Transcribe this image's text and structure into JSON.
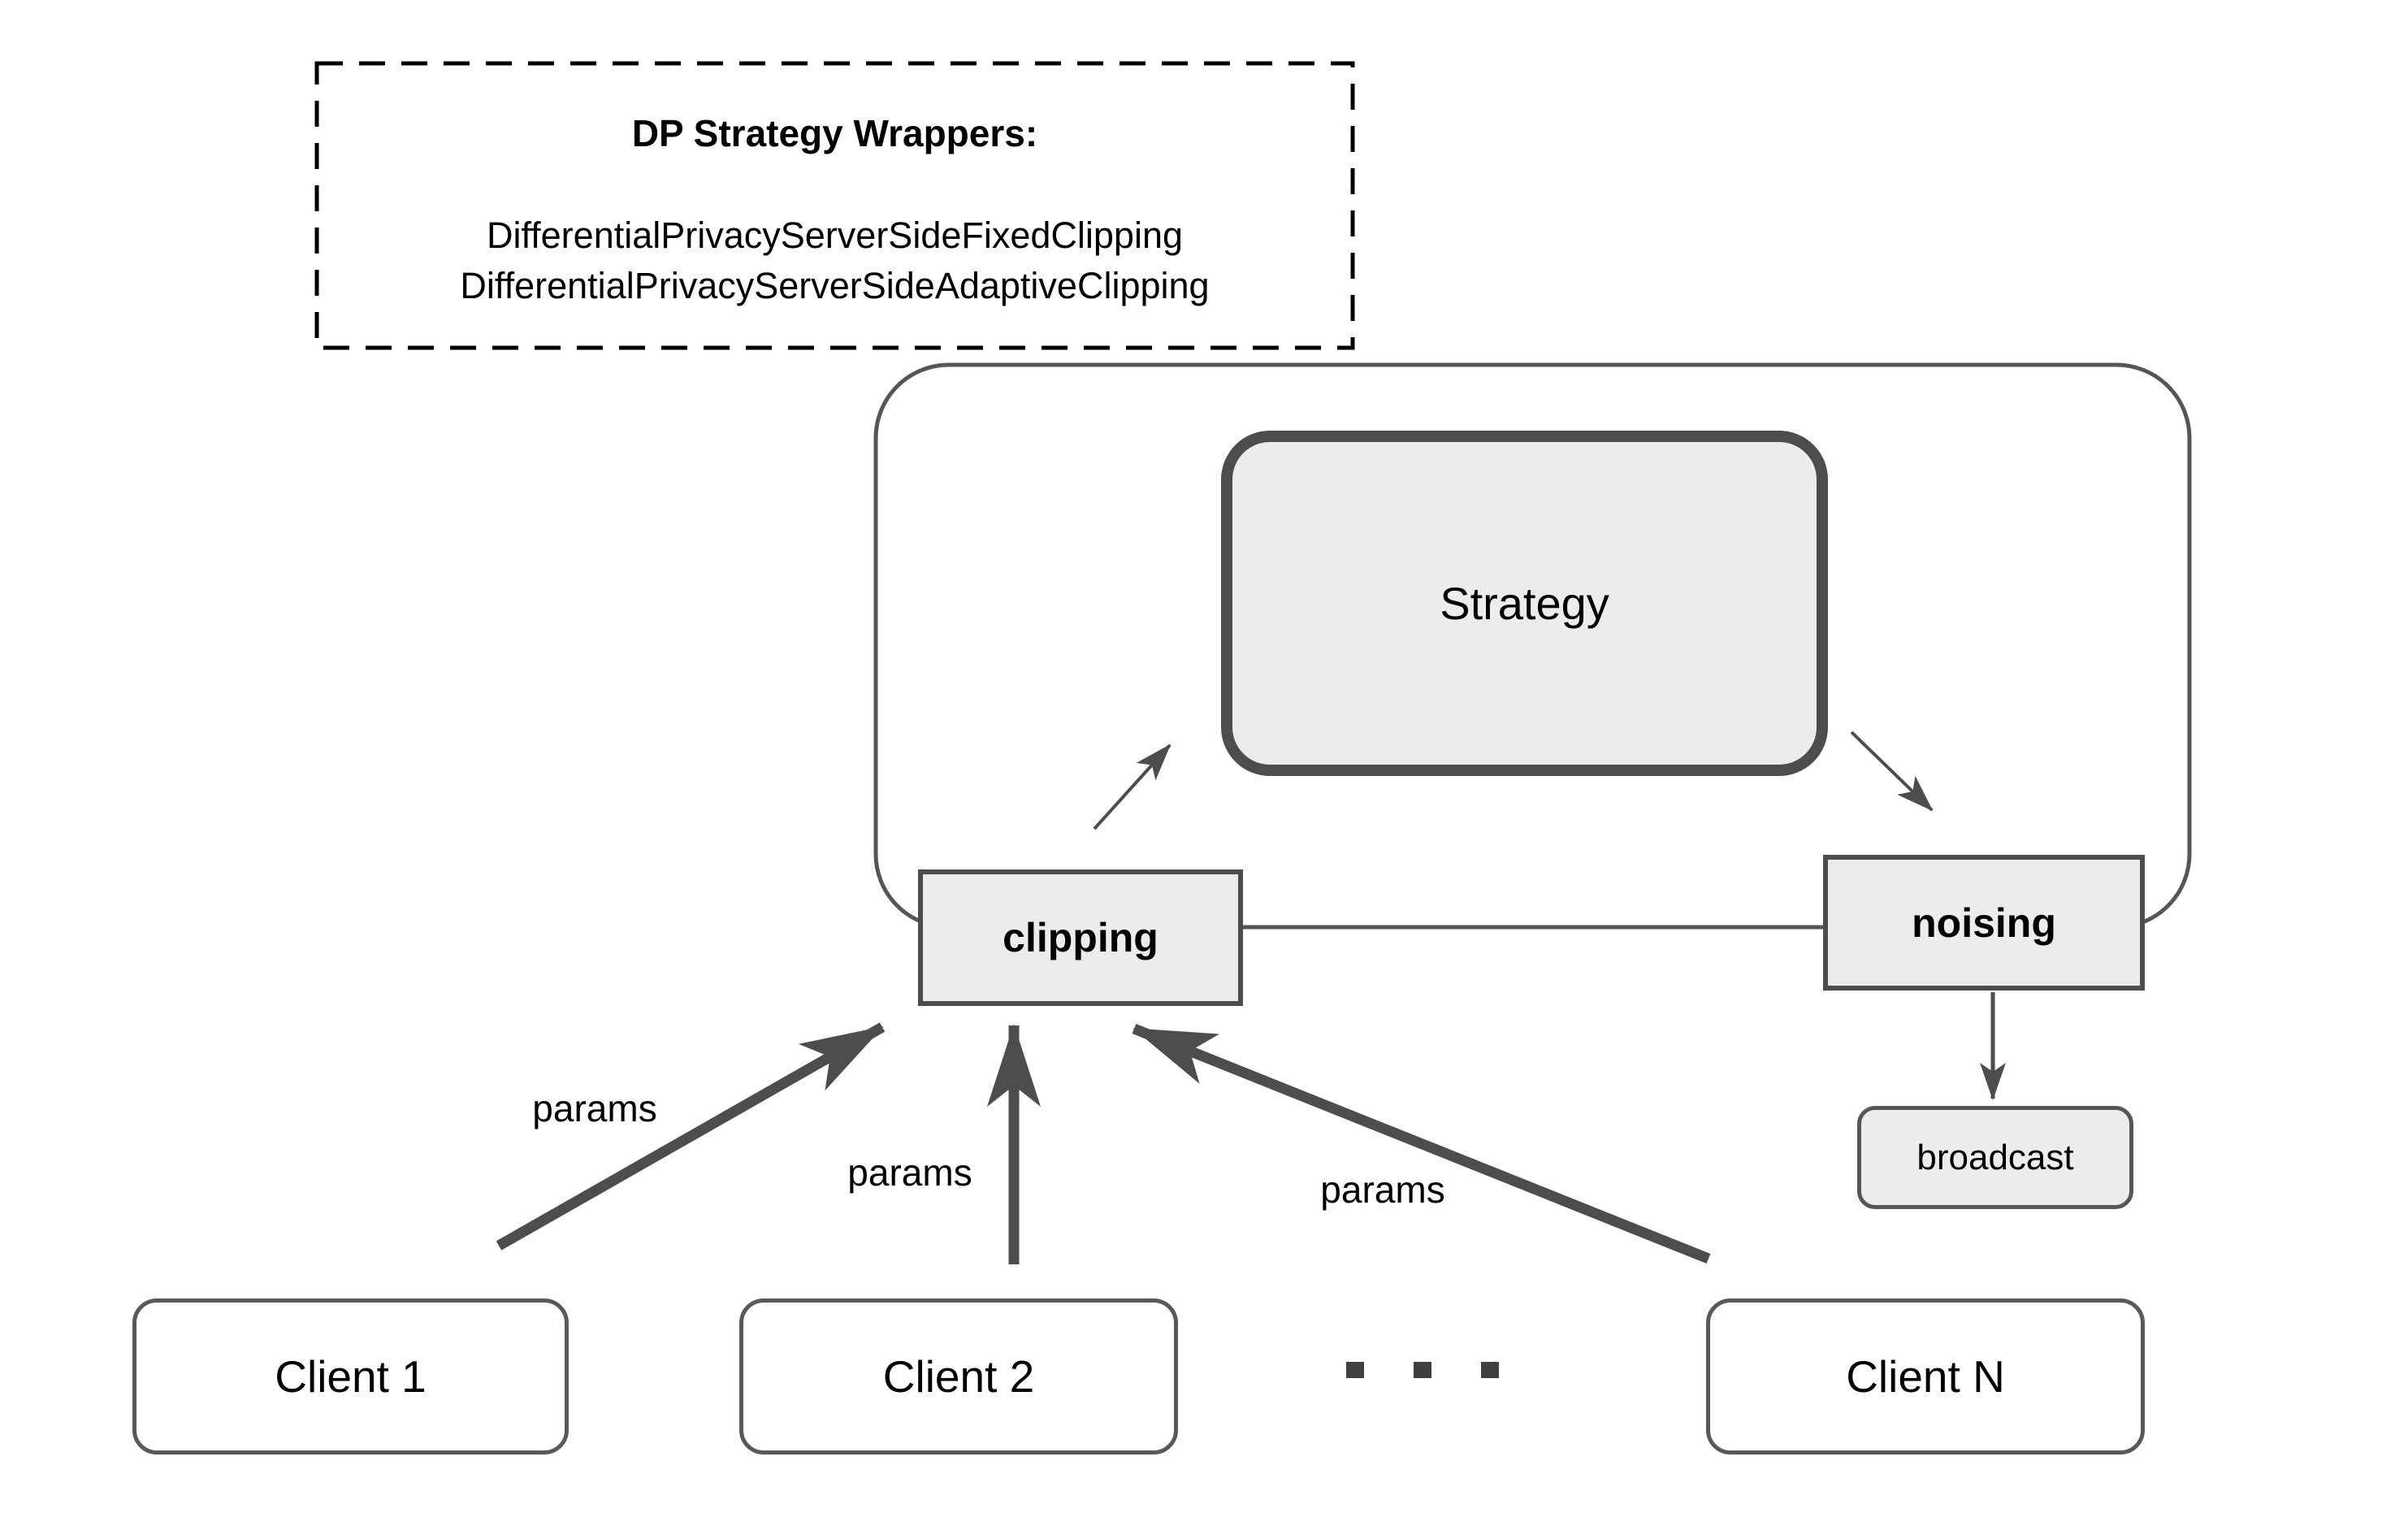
{
  "wrapper_note": {
    "title": "DP Strategy Wrappers:",
    "strategies": [
      "DifferentialPrivacyServerSideFixedClipping",
      "DifferentialPrivacyServerSideAdaptiveClipping"
    ]
  },
  "server": {
    "strategy_label": "Strategy",
    "clipping_label": "clipping",
    "noising_label": "noising",
    "broadcast_label": "broadcast"
  },
  "clients": [
    {
      "label": "Client 1"
    },
    {
      "label": "Client 2"
    },
    {
      "label": "Client N"
    }
  ],
  "clients_ellipsis": "...",
  "edges": {
    "params_labels": [
      "params",
      "params",
      "params"
    ]
  },
  "colors": {
    "background": "#ffffff",
    "box_fill": "#ececec",
    "dark_line": "#4d4d4d",
    "boundary_stroke": "#565656",
    "client_border": "#595959",
    "dashed_border": "#000000",
    "text": "#000000"
  }
}
